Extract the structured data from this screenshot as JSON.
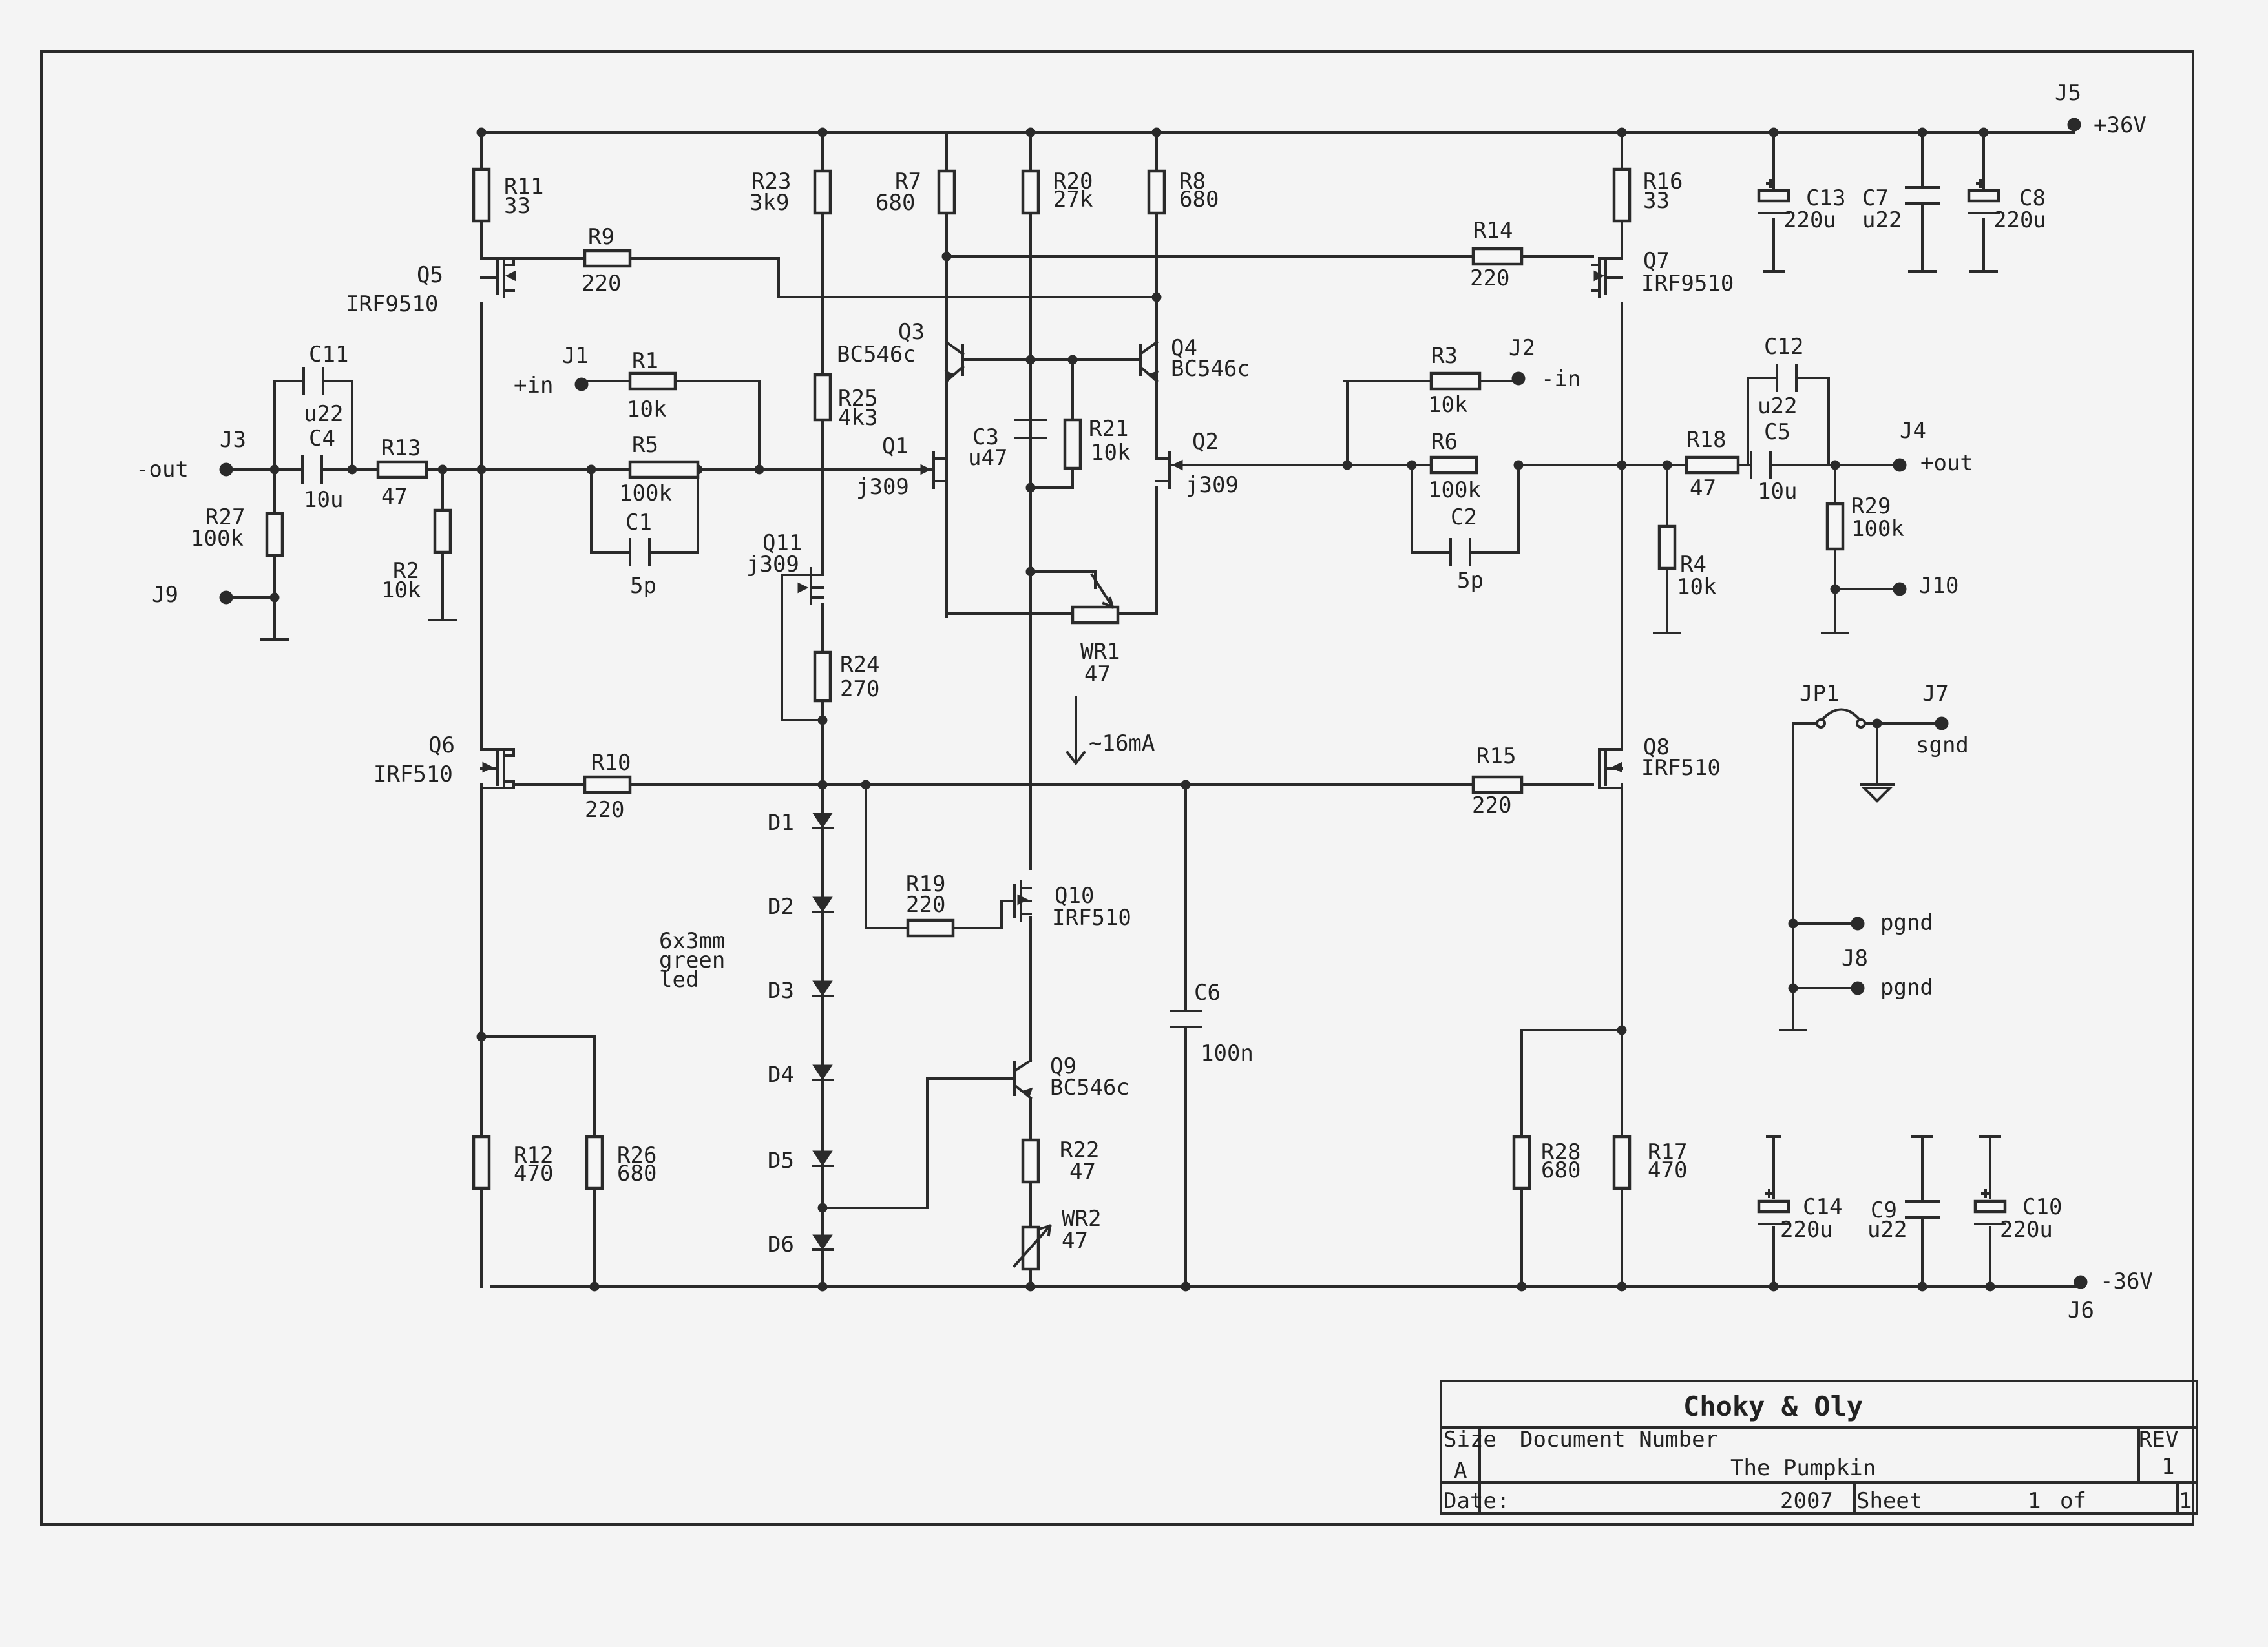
{
  "components": {
    "R11": {
      "ref": "R11",
      "value": "33"
    },
    "R23": {
      "ref": "R23",
      "value": "3k9"
    },
    "R7": {
      "ref": "R7",
      "value": "680"
    },
    "R20": {
      "ref": "R20",
      "value": "27k"
    },
    "R8": {
      "ref": "R8",
      "value": "680"
    },
    "R16": {
      "ref": "R16",
      "value": "33"
    },
    "R9": {
      "ref": "R9",
      "value": "220"
    },
    "R14": {
      "ref": "R14",
      "value": "220"
    },
    "R1": {
      "ref": "R1",
      "value": "10k"
    },
    "R5": {
      "ref": "R5",
      "value": "100k"
    },
    "R13": {
      "ref": "R13",
      "value": "47"
    },
    "R27": {
      "ref": "R27",
      "value": "100k"
    },
    "R2": {
      "ref": "R2",
      "value": "10k"
    },
    "R25": {
      "ref": "R25",
      "value": "4k3"
    },
    "R21": {
      "ref": "R21",
      "value": "10k"
    },
    "R3": {
      "ref": "R3",
      "value": "10k"
    },
    "R6": {
      "ref": "R6",
      "value": "100k"
    },
    "R18": {
      "ref": "R18",
      "value": "47"
    },
    "R4": {
      "ref": "R4",
      "value": "10k"
    },
    "R29": {
      "ref": "R29",
      "value": "100k"
    },
    "R24": {
      "ref": "R24",
      "value": "270"
    },
    "R10": {
      "ref": "R10",
      "value": "220"
    },
    "R15": {
      "ref": "R15",
      "value": "220"
    },
    "R19": {
      "ref": "R19",
      "value": "220"
    },
    "R22": {
      "ref": "R22",
      "value": "47"
    },
    "R12": {
      "ref": "R12",
      "value": "470"
    },
    "R26": {
      "ref": "R26",
      "value": "680"
    },
    "R28": {
      "ref": "R28",
      "value": "680"
    },
    "R17": {
      "ref": "R17",
      "value": "470"
    },
    "WR1": {
      "ref": "WR1",
      "value": "47"
    },
    "WR2": {
      "ref": "WR2",
      "value": "47"
    },
    "C11": {
      "ref": "C11",
      "value": "u22"
    },
    "C4": {
      "ref": "C4",
      "value": "10u"
    },
    "C1": {
      "ref": "C1",
      "value": "5p"
    },
    "C3": {
      "ref": "C3",
      "value": "u47"
    },
    "C2": {
      "ref": "C2",
      "value": "5p"
    },
    "C12": {
      "ref": "C12",
      "value": "u22"
    },
    "C5": {
      "ref": "C5",
      "value": "10u"
    },
    "C13": {
      "ref": "C13",
      "value": "220u"
    },
    "C7": {
      "ref": "C7",
      "value": "u22"
    },
    "C8": {
      "ref": "C8",
      "value": "220u"
    },
    "C6": {
      "ref": "C6",
      "value": "100n"
    },
    "C14": {
      "ref": "C14",
      "value": "220u"
    },
    "C9": {
      "ref": "C9",
      "value": "u22"
    },
    "C10": {
      "ref": "C10",
      "value": "220u"
    },
    "Q1": {
      "ref": "Q1",
      "value": "j309"
    },
    "Q2": {
      "ref": "Q2",
      "value": "j309"
    },
    "Q3": {
      "ref": "Q3",
      "value": "BC546c"
    },
    "Q4": {
      "ref": "Q4",
      "value": "BC546c"
    },
    "Q5": {
      "ref": "Q5",
      "value": "IRF9510"
    },
    "Q6": {
      "ref": "Q6",
      "value": "IRF510"
    },
    "Q7": {
      "ref": "Q7",
      "value": "IRF9510"
    },
    "Q8": {
      "ref": "Q8",
      "value": "IRF510"
    },
    "Q9": {
      "ref": "Q9",
      "value": "BC546c"
    },
    "Q10": {
      "ref": "Q10",
      "value": "IRF510"
    },
    "Q11": {
      "ref": "Q11",
      "value": "j309"
    },
    "D1": {
      "ref": "D1"
    },
    "D2": {
      "ref": "D2"
    },
    "D3": {
      "ref": "D3"
    },
    "D4": {
      "ref": "D4"
    },
    "D5": {
      "ref": "D5"
    },
    "D6": {
      "ref": "D6"
    },
    "J1": {
      "ref": "J1",
      "label": "+in"
    },
    "J2": {
      "ref": "J2",
      "label": "-in"
    },
    "J3": {
      "ref": "J3",
      "label": "-out"
    },
    "J4": {
      "ref": "J4",
      "label": "+out"
    },
    "J5": {
      "ref": "J5",
      "label": "+36V"
    },
    "J6": {
      "ref": "J6",
      "label": "-36V"
    },
    "J7": {
      "ref": "J7",
      "label": "sgnd"
    },
    "J8": {
      "ref": "J8",
      "label": "pgnd"
    },
    "J9": {
      "ref": "J9"
    },
    "J10": {
      "ref": "J10"
    },
    "JP1": {
      "ref": "JP1"
    }
  },
  "annotations": {
    "current": "~16mA",
    "led_line1": "6x3mm",
    "led_line2": "green",
    "led_line3": "led",
    "pgnd_upper": "pgnd"
  },
  "title_block": {
    "company": "Choky & Oly",
    "size_label": "Size",
    "size_value": "A",
    "doc_number_label": "Document Number",
    "doc_title": "The Pumpkin",
    "rev_label": "REV",
    "rev_value": "1",
    "date_label": "Date:",
    "date_value": "2007",
    "sheet_label": "Sheet",
    "sheet_value": "1",
    "of_label": "of",
    "of_value": "1"
  }
}
